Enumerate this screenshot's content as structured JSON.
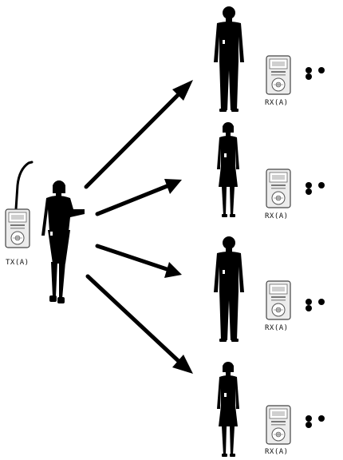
{
  "transmitter": {
    "label": "TX(A)",
    "colors": {
      "figure": "#000000",
      "device_body": "#e8e8e8",
      "device_outline": "#555555"
    }
  },
  "receivers": [
    {
      "label": "RX(A)",
      "figure": "male"
    },
    {
      "label": "RX(A)",
      "figure": "female"
    },
    {
      "label": "RX(A)",
      "figure": "male"
    },
    {
      "label": "RX(A)",
      "figure": "female"
    }
  ],
  "continuation_marker": "•••",
  "colors": {
    "arrow": "#000000",
    "figure": "#000000",
    "background": "#ffffff"
  }
}
